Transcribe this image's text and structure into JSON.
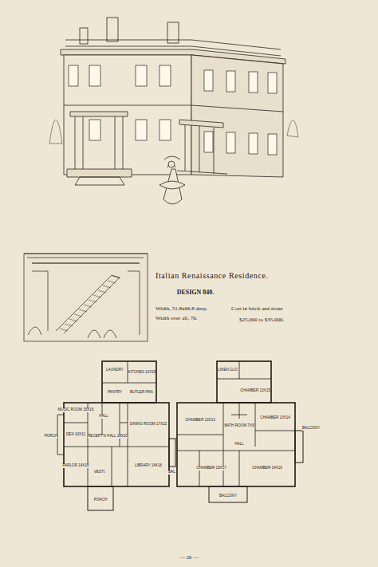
{
  "diagram": {
    "title": "Italian Renaissance Residence.",
    "labels": [
      "DESIGN 840.",
      "Width, 51.8x66.8 deep.",
      "Width over all, 70.",
      "Cost in brick and stone",
      "$25,000 to $35,000.",
      "— 26 —",
      "LAUNDRY",
      "KITCHEN 13X15",
      "PANTRY",
      "BUTLER PAN.",
      "MUSIC ROOM 15X16",
      "DINING ROOM 17X22",
      "HALL",
      "DEN 10X11",
      "RECEPT'N HALL 18X20",
      "PARLOR 14X16",
      "LIBRARY 14X16",
      "VESTI.",
      "PORCH",
      "PORCH",
      "BAL.",
      "LINEN CLO.",
      "CHAMBER 13X15",
      "BATH ROOM 7X9",
      "CHAMBER 13X13",
      "HALL",
      "CHAMBER 13X14",
      "CHAMBER 15X17",
      "CHAMBER 14X16",
      "BALCONY",
      "BALCONY"
    ]
  }
}
